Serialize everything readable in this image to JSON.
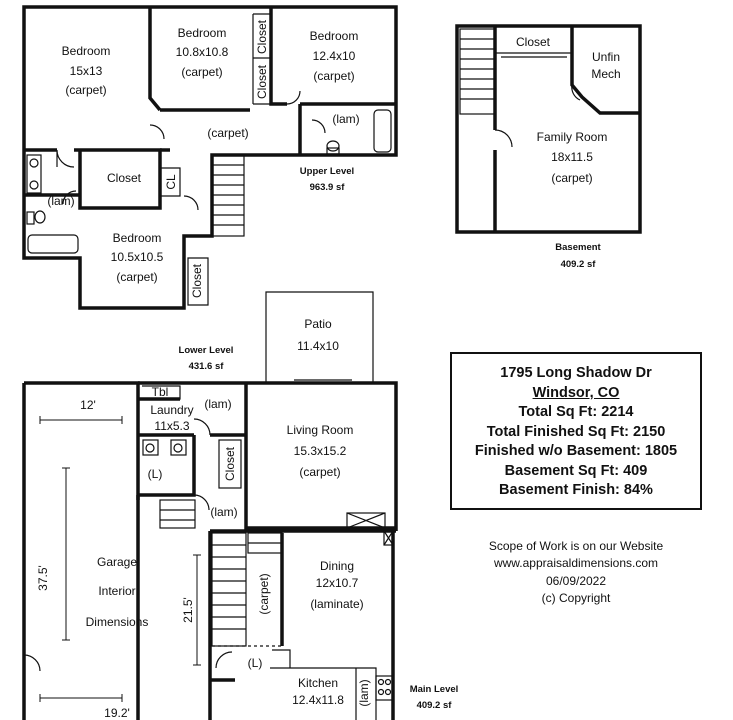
{
  "rooms": {
    "bedroom_a": {
      "name": "Bedroom",
      "size": "15x13",
      "floor": "(carpet)"
    },
    "bedroom_b": {
      "name": "Bedroom",
      "size": "10.8x10.8",
      "floor": "(carpet)"
    },
    "bedroom_c": {
      "name": "Bedroom",
      "size": "12.4x10",
      "floor": "(carpet)"
    },
    "bedroom_d": {
      "name": "Bedroom",
      "size": "10.5x10.5",
      "floor": "(carpet)"
    },
    "family_room": {
      "name": "Family Room",
      "size": "18x11.5",
      "floor": "(carpet)"
    },
    "patio": {
      "name": "Patio",
      "size": "11.4x10"
    },
    "laundry": {
      "name": "Laundry",
      "size": "11x5.3"
    },
    "living_room": {
      "name": "Living Room",
      "size": "15.3x15.2",
      "floor": "(carpet)"
    },
    "dining": {
      "name": "Dining",
      "size": "12x10.7",
      "floor": "(laminate)"
    },
    "kitchen": {
      "name": "Kitchen",
      "size": "12.4x11.8"
    },
    "garage": {
      "line1": "Garage",
      "line2": "Interior",
      "line3": "Dimensions"
    }
  },
  "labels": {
    "closet": "Closet",
    "cl": "CL",
    "lam": "(lam)",
    "carpet": "(carpet)",
    "unfin": "Unfin",
    "mech": "Mech",
    "tbl": "Tbl",
    "l": "(L)"
  },
  "levels": {
    "upper": {
      "name": "Upper Level",
      "area": "963.9 sf"
    },
    "basement": {
      "name": "Basement",
      "area": "409.2 sf"
    },
    "lower": {
      "name": "Lower Level",
      "area": "431.6 sf"
    },
    "main": {
      "name": "Main Level",
      "area": "409.2 sf"
    }
  },
  "dimensions": {
    "garage_top": "12'",
    "garage_side": "37.5'",
    "garage_inner": "21.5'",
    "garage_bottom": "19.2'"
  },
  "info": {
    "address": "1795 Long Shadow Dr",
    "city": "Windsor, CO",
    "total_sqft": "Total Sq Ft: 2214",
    "total_finished": "Total Finished Sq Ft: 2150",
    "finished_wo_basement": "Finished w/o Basement: 1805",
    "basement_sqft": "Basement Sq Ft: 409",
    "basement_finish": "Basement Finish: 84%"
  },
  "notes": {
    "scope": "Scope of Work is on our Website",
    "website": "www.appraisaldimensions.com",
    "date": "06/09/2022",
    "copyright": "(c) Copyright"
  }
}
